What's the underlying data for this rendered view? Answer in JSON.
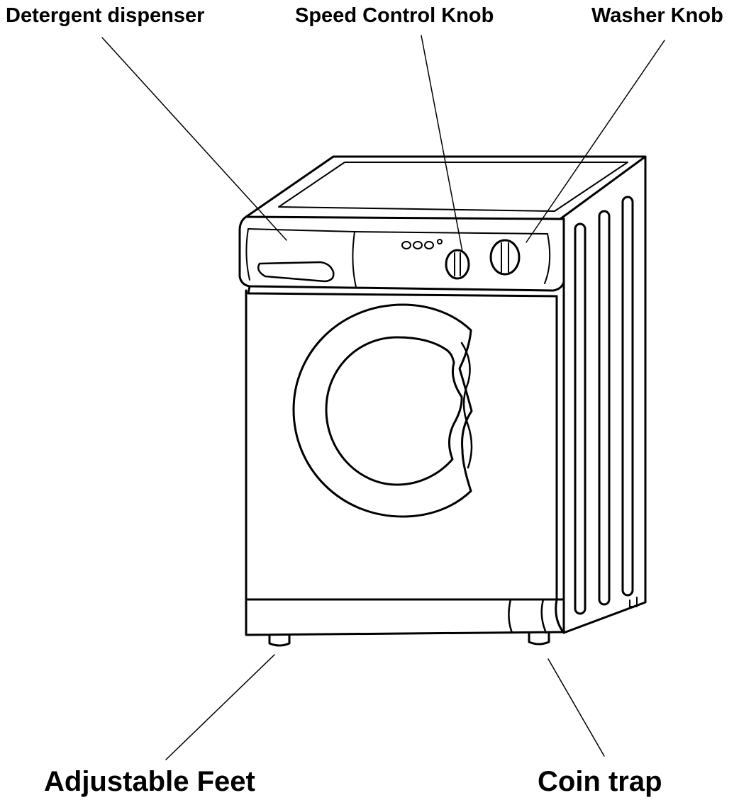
{
  "labels": {
    "detergent_dispenser": "Detergent dispenser",
    "speed_control_knob": "Speed Control Knob",
    "washer_knob": "Washer Knob",
    "adjustable_feet": "Adjustable Feet",
    "coin_trap": "Coin trap"
  },
  "colors": {
    "ink": "#000000",
    "background": "#ffffff"
  }
}
